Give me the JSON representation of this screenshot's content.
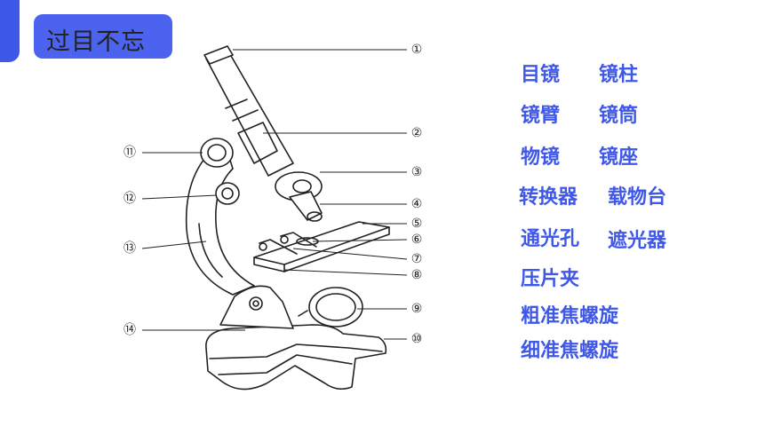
{
  "header": {
    "title": "过目不忘"
  },
  "callouts": [
    "①",
    "②",
    "③",
    "④",
    "⑤",
    "⑥",
    "⑦",
    "⑧",
    "⑨",
    "⑩",
    "⑪",
    "⑫",
    "⑬",
    "⑭"
  ],
  "terms": [
    "目镜",
    "镜柱",
    "镜臂",
    "镜筒",
    "物镜",
    "镜座",
    "转换器",
    "载物台",
    "通光孔",
    "遮光器",
    "压片夹",
    "粗准焦螺旋",
    "细准焦螺旋"
  ],
  "colors": {
    "accent": "#3f58e8",
    "header_bar": "#4b63ee",
    "line": "#222222"
  }
}
